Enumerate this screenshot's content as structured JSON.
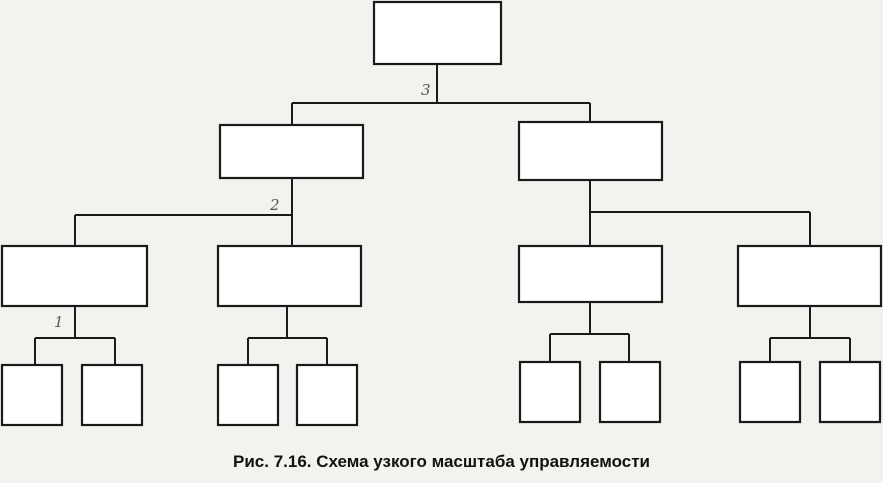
{
  "caption": "Рис. 7.16. Схема узкого масштаба управляемости",
  "level_marks": {
    "top": "3",
    "middle": "2",
    "lower": "1"
  },
  "colors": {
    "ink": "#1a1a1a",
    "paper": "#f3f2ee"
  }
}
